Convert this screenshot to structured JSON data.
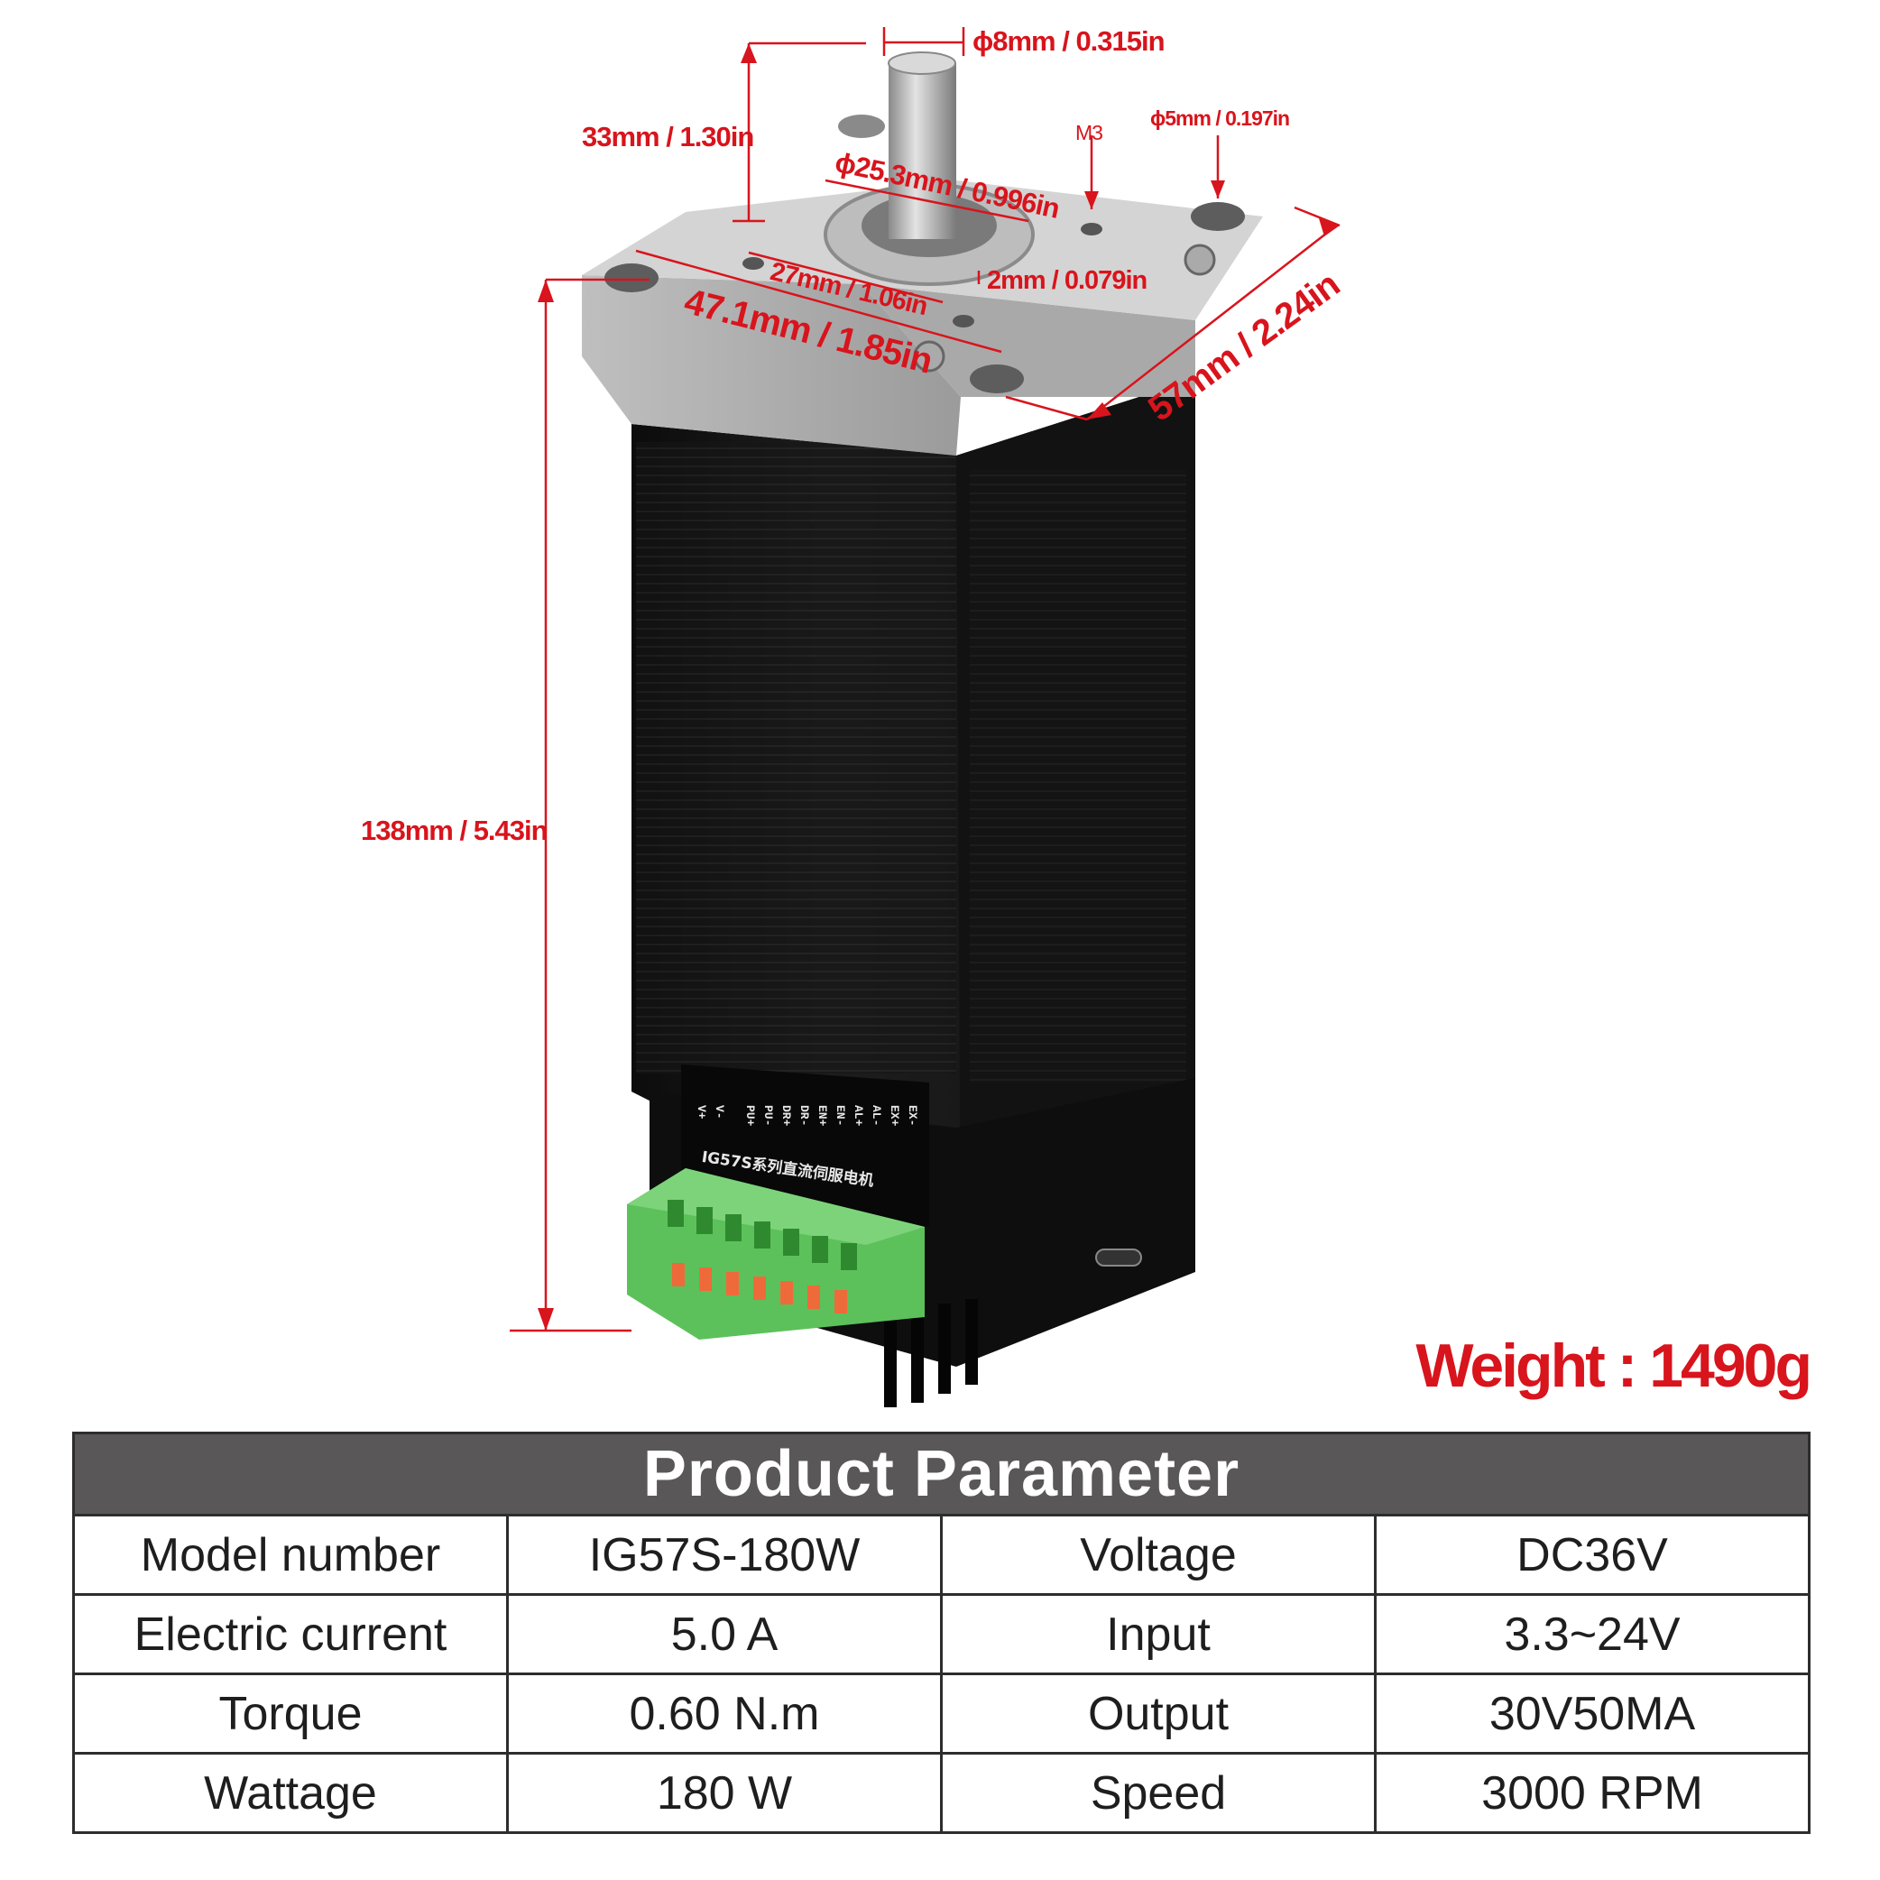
{
  "dimensions": {
    "shaft_diameter": "ϕ8mm / 0.315in",
    "shaft_length": "33mm / 1.30in",
    "boss_diameter": "ϕ25.3mm / 0.996in",
    "hole_label": "M3",
    "mount_hole": "ϕ5mm / 0.197in",
    "hole_spacing_inner": "27mm / 1.06in",
    "boss_height": "2mm / 0.079in",
    "mount_spacing": "47.1mm / 1.85in",
    "flange_width": "57mm / 2.24in",
    "body_length": "138mm / 5.43in"
  },
  "pcb": {
    "pins": [
      "V+",
      "V-",
      "PU+",
      "PU-",
      "DR+",
      "DR-",
      "EN+",
      "EN-",
      "AL+",
      "AL-",
      "EX+",
      "EX-"
    ],
    "series_label": "IG57S系列直流伺服电机"
  },
  "weight": "Weight : 1490g",
  "table": {
    "title": "Product Parameter",
    "rows": [
      [
        "Model number",
        "IG57S-180W",
        "Voltage",
        "DC36V"
      ],
      [
        "Electric current",
        "5.0 A",
        "Input",
        "3.3~24V"
      ],
      [
        "Torque",
        "0.60 N.m",
        "Output",
        "30V50MA"
      ],
      [
        "Wattage",
        "180 W",
        "Speed",
        "3000 RPM"
      ]
    ]
  },
  "colors": {
    "dimension_red": "#d8141c",
    "header_gray": "#595757",
    "connector_green": "#5cc15a",
    "motor_black": "#1b1b1b",
    "flange_silver": "#c9c9c9"
  }
}
